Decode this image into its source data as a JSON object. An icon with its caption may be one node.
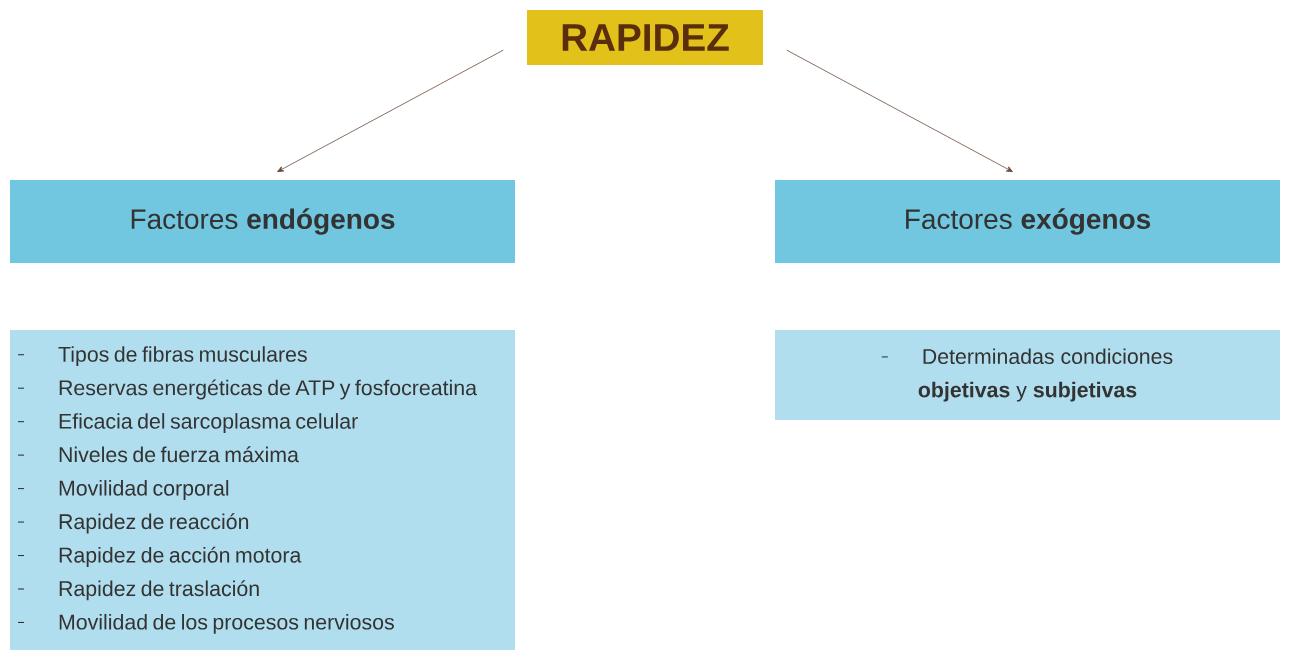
{
  "diagram": {
    "nodes": [
      {
        "text": [
          "RAPIDEZ"
        ]
      },
      {
        "text": [
          "Factores **endógenos**"
        ]
      },
      {
        "text": [
          "Factores **exógenos**"
        ]
      },
      {
        "text": [
          "Tipos de fibras musculares",
          "Reservas energéticas de ATP y fosfocreatina",
          "Eficacia del sarcoplasma celular",
          "Niveles de fuerza máxima",
          "Movilidad corporal",
          "Rapidez de reacción",
          "Rapidez de acción motora",
          "Rapidez de traslación",
          "Movilidad de los procesos nerviosos"
        ]
      },
      {
        "text": [
          "Determinadas condiciones **objetivas** y **subjetivas**"
        ]
      }
    ],
    "edges": [
      {
        "from": 0,
        "to": 1,
        "arrow": "to"
      },
      {
        "from": 0,
        "to": 2,
        "arrow": "to"
      }
    ]
  }
}
